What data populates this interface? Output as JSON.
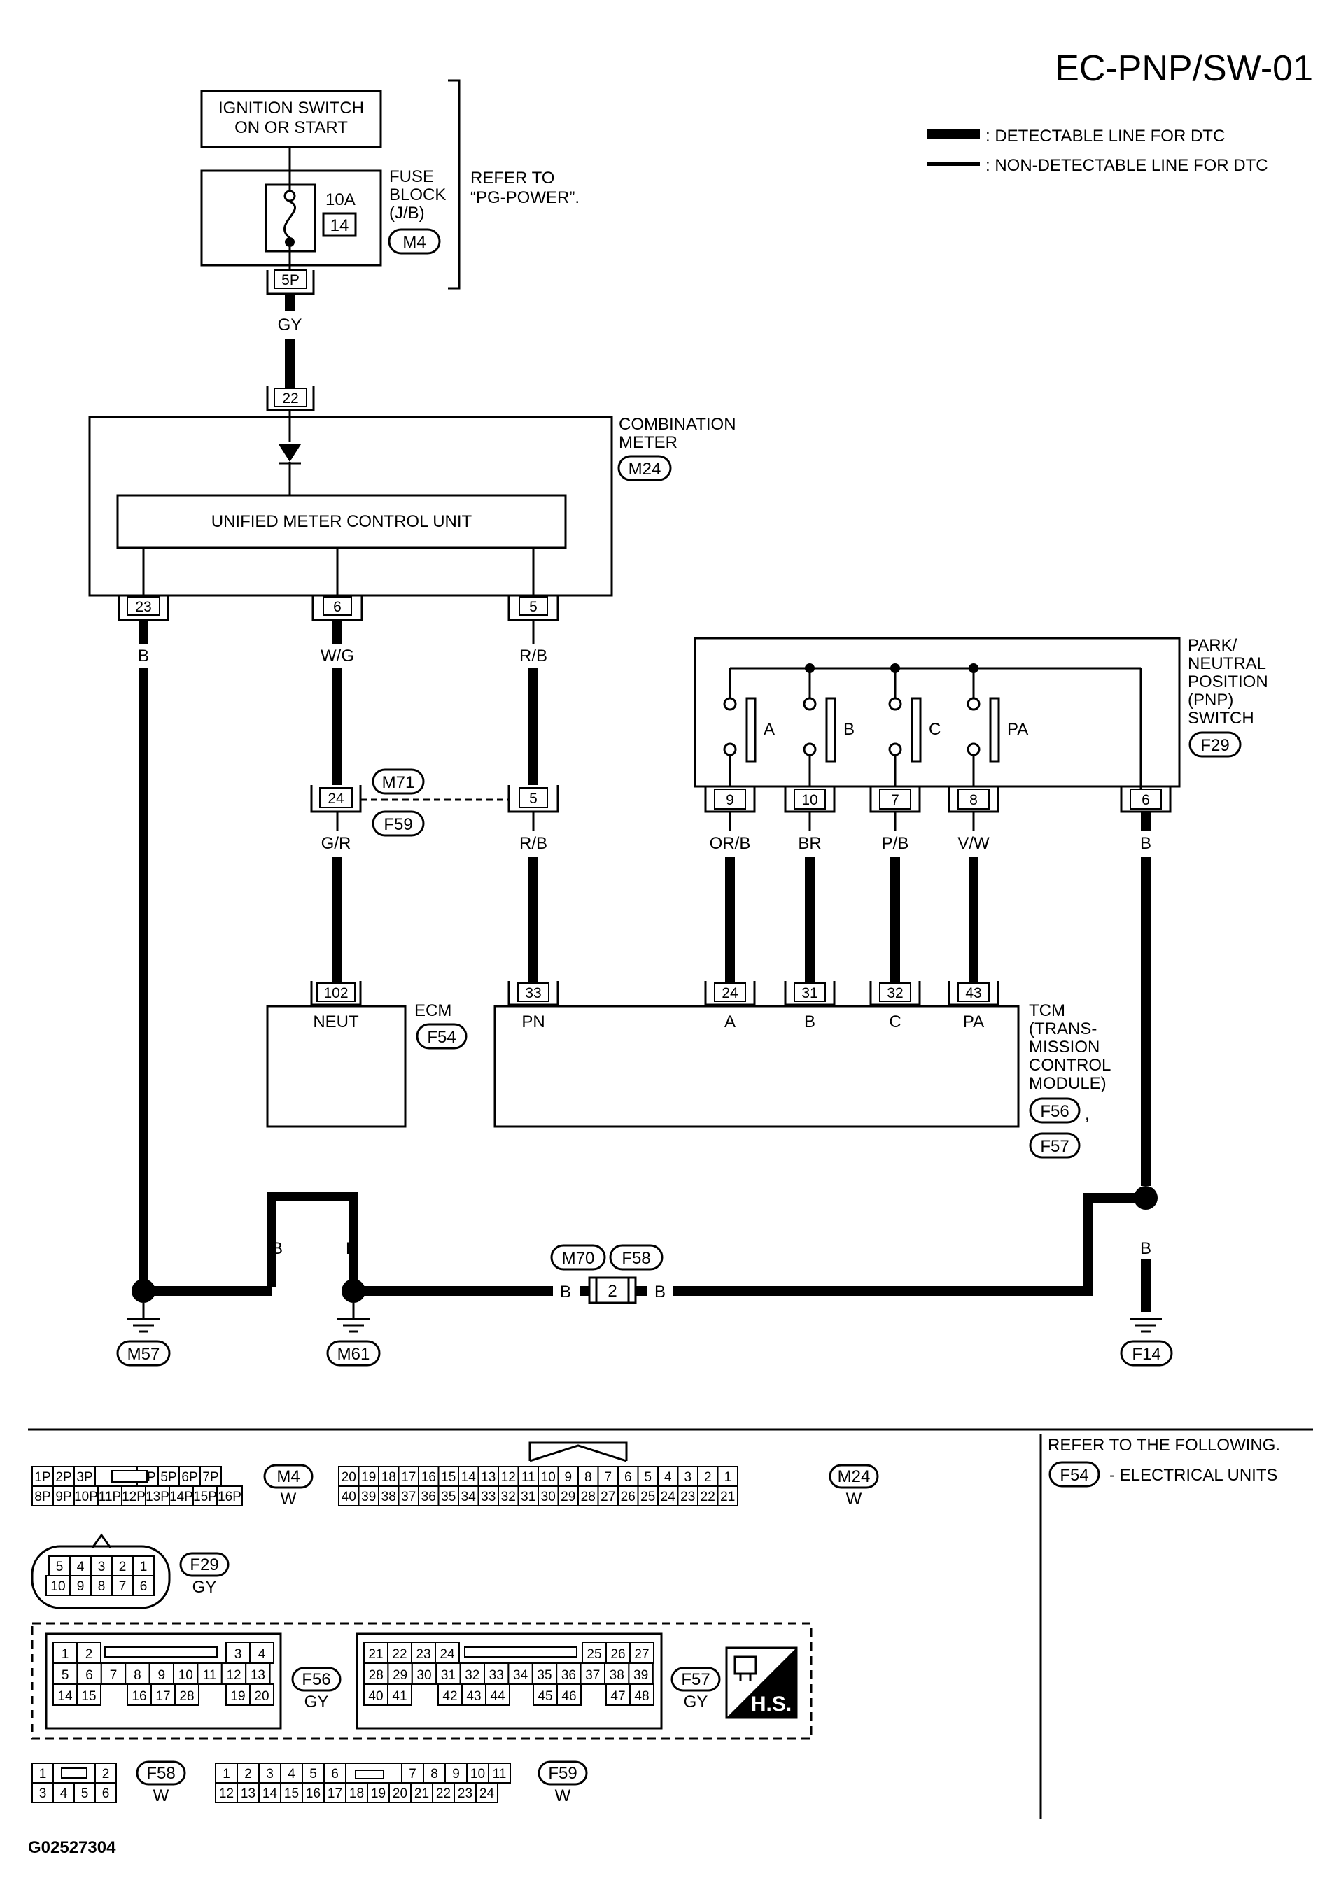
{
  "title": "EC-PNP/SW-01",
  "legend": {
    "detectable": ": DETECTABLE LINE FOR DTC",
    "non_detectable": ": NON-DETECTABLE LINE FOR DTC"
  },
  "ignition": {
    "line1": "IGNITION SWITCH",
    "line2": "ON OR START"
  },
  "fuse_block": {
    "name_lines": [
      "FUSE",
      "BLOCK",
      "(J/B)"
    ],
    "connector": "M4",
    "amp": "10A",
    "number": "14",
    "terminal": "5P",
    "refer_lines": [
      "REFER TO",
      "“PG-POWER”."
    ]
  },
  "wire_colors": {
    "gy": "GY",
    "wg": "W/G",
    "rb": "R/B",
    "gr": "G/R",
    "b": "B",
    "orb": "OR/B",
    "br": "BR",
    "pb": "P/B",
    "vw": "V/W"
  },
  "combination_meter": {
    "name_lines": [
      "COMBINATION",
      "METER"
    ],
    "connector": "M24",
    "unit": "UNIFIED METER CONTROL UNIT",
    "terminals": {
      "in": "22",
      "t23": "23",
      "t6": "6",
      "t5": "5"
    }
  },
  "pnp_switch": {
    "name_lines": [
      "PARK/",
      "NEUTRAL",
      "POSITION",
      "(PNP)",
      "SWITCH"
    ],
    "connector": "F29",
    "contacts": [
      "A",
      "B",
      "C",
      "PA"
    ],
    "terminals": [
      "9",
      "10",
      "7",
      "8",
      "6"
    ]
  },
  "joint_connector": {
    "left": "M71",
    "right": "F59",
    "t24": "24",
    "t5": "5"
  },
  "ecm": {
    "name": "ECM",
    "connector": "F54",
    "terminal": "102",
    "pin": "NEUT"
  },
  "tcm": {
    "name_lines": [
      "TCM",
      "(TRANS-",
      "MISSION",
      "CONTROL",
      "MODULE)"
    ],
    "connectors": [
      "F56",
      "F57"
    ],
    "comma": ",",
    "terminals": [
      "33",
      "24",
      "31",
      "32",
      "43"
    ],
    "pins": [
      "PN",
      "A",
      "B",
      "C",
      "PA"
    ]
  },
  "grounds": [
    "M57",
    "M61",
    "F14"
  ],
  "inline_connector": {
    "left": "M70",
    "right": "F58",
    "terminal": "2"
  },
  "connector_views": {
    "m4": {
      "name": "M4",
      "color": "W",
      "row1": [
        "1P",
        "2P",
        "3P",
        "",
        "4P",
        "5P",
        "6P",
        "7P"
      ],
      "row2": [
        "8P",
        "9P",
        "10P",
        "11P",
        "12P",
        "13P",
        "14P",
        "15P",
        "16P"
      ]
    },
    "m24": {
      "name": "M24",
      "color": "W",
      "row1": [
        "20",
        "19",
        "18",
        "17",
        "16",
        "15",
        "14",
        "13",
        "12",
        "11",
        "10",
        "9",
        "8",
        "7",
        "6",
        "5",
        "4",
        "3",
        "2",
        "1"
      ],
      "row2": [
        "40",
        "39",
        "38",
        "37",
        "36",
        "35",
        "34",
        "33",
        "32",
        "31",
        "30",
        "29",
        "28",
        "27",
        "26",
        "25",
        "24",
        "23",
        "22",
        "21"
      ]
    },
    "f29": {
      "name": "F29",
      "color": "GY",
      "row1": [
        "5",
        "4",
        "3",
        "2",
        "1"
      ],
      "row2": [
        "10",
        "9",
        "8",
        "7",
        "6"
      ]
    },
    "f56": {
      "name": "F56",
      "color": "GY",
      "row1": [
        "1",
        "2",
        "3",
        "4"
      ],
      "row2": [
        "5",
        "6",
        "7",
        "8",
        "9",
        "10",
        "11",
        "12",
        "13"
      ],
      "row3": [
        "14",
        "15",
        "16",
        "17",
        "28",
        "19",
        "20"
      ]
    },
    "f57": {
      "name": "F57",
      "color": "GY",
      "row1": [
        "21",
        "22",
        "23",
        "24",
        "25",
        "26",
        "27"
      ],
      "row2": [
        "28",
        "29",
        "30",
        "31",
        "32",
        "33",
        "34",
        "35",
        "36",
        "37",
        "38",
        "39"
      ],
      "row3": [
        "40",
        "41",
        "42",
        "43",
        "44",
        "45",
        "46",
        "47",
        "48"
      ]
    },
    "f58": {
      "name": "F58",
      "color": "W",
      "row1": [
        "1",
        "2"
      ],
      "row2": [
        "3",
        "4",
        "5",
        "6"
      ]
    },
    "f59": {
      "name": "F59",
      "color": "W",
      "row1": [
        "1",
        "2",
        "3",
        "4",
        "5",
        "6",
        "7",
        "8",
        "9",
        "10",
        "11"
      ],
      "row2": [
        "12",
        "13",
        "14",
        "15",
        "16",
        "17",
        "18",
        "19",
        "20",
        "21",
        "22",
        "23",
        "24"
      ]
    }
  },
  "hs": "H.S.",
  "refer": {
    "heading": "REFER TO THE FOLLOWING.",
    "connector": "F54",
    "text": "- ELECTRICAL UNITS"
  },
  "code": "G02527304"
}
